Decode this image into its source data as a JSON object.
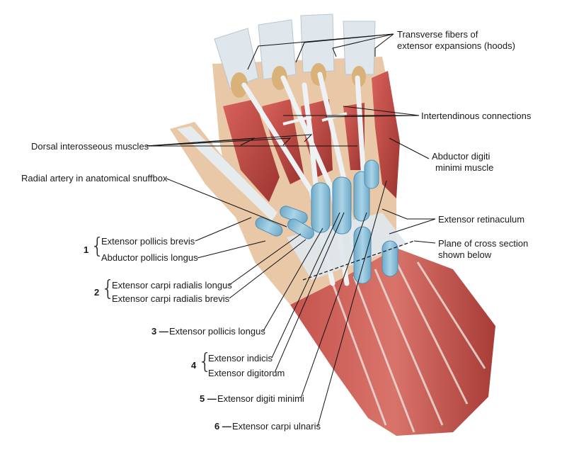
{
  "labels": {
    "transverse_fibers_1": "Transverse fibers of",
    "transverse_fibers_2": "extensor expansions (hoods)",
    "intertendinous": "Intertendinous connections",
    "dorsal_interosseous": "Dorsal interosseous muscles",
    "abductor_dm_1": "Abductor digiti",
    "abductor_dm_2": "minimi muscle",
    "radial_artery": "Radial artery in anatomical snuffbox",
    "extensor_retinaculum": "Extensor retinaculum",
    "plane_1": "Plane of cross section",
    "plane_2": "shown below",
    "epb": "Extensor pollicis brevis",
    "apl": "Abductor pollicis longus",
    "ecrl": "Extensor carpi radialis longus",
    "ecrb": "Extensor carpi radialis brevis",
    "epl": "Extensor pollicis longus",
    "ei": "Extensor indicis",
    "ed": "Extensor digitorum",
    "edm": "Extensor digiti minimi",
    "ecu": "Extensor carpi ulnaris"
  },
  "compartments": {
    "c1": "1",
    "c2": "2",
    "c3": "3 —",
    "c4": "4",
    "c5": "5 —",
    "c6": "6 —"
  },
  "colors": {
    "muscle": "#c8504a",
    "muscle_dark": "#9c3430",
    "tendon": "#e6ebee",
    "sheath": "#8fc3dc",
    "bone": "#d9b27a",
    "leader": "#111111"
  }
}
